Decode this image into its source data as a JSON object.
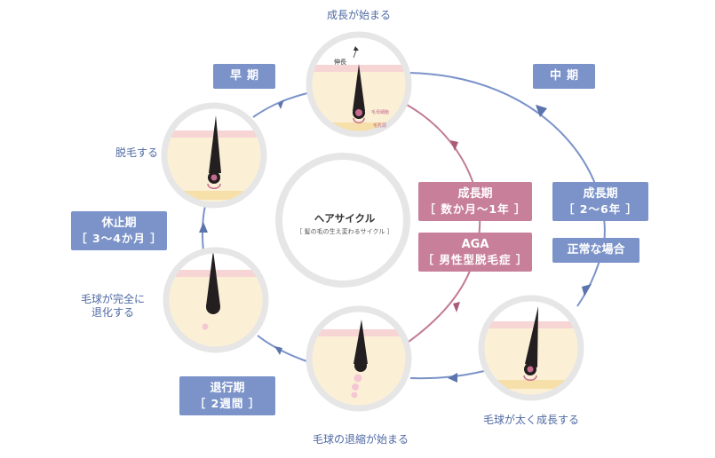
{
  "labels": {
    "start": "成長が始まる",
    "hair_loss": "脱毛する",
    "bulb_retreat": [
      "毛球が完全に",
      "退化する"
    ],
    "shrink_start": "毛球の退縮が始まる",
    "thick_growth": "毛球が太く成長する"
  },
  "tags": {
    "early": "早期",
    "middle": "中期"
  },
  "boxes": {
    "growth_normal": {
      "title": "成長期",
      "period": "［ 2〜6年 ］"
    },
    "normal_case": "正常な場合",
    "growth_aga": {
      "title": "成長期",
      "period": "［ 数か月〜1年 ］"
    },
    "aga": {
      "title": "AGA",
      "period": "［ 男性型脱毛症 ］"
    },
    "resting": {
      "title": "休止期",
      "period": "［ 3〜4か月 ］"
    },
    "regression": {
      "title": "退行期",
      "period": "［ 2週間 ］"
    }
  },
  "center": {
    "title": "ヘアサイクル",
    "subtitle": "［ 髪の毛の生え変わるサイクル ］"
  },
  "inner_labels": {
    "stretch": "伸長",
    "hair_matrix": "毛母細胞",
    "papilla": "毛乳頭"
  },
  "colors": {
    "blue_path": "#7b93c9",
    "pink_path": "#c07a93",
    "blue_box": "#7b93c9",
    "pink_box": "#c8809a",
    "skin_pink": "#f7d5d5",
    "skin_cream": "#fbf0d6",
    "hair": "#231f20",
    "bulb": "#c66a8e"
  }
}
